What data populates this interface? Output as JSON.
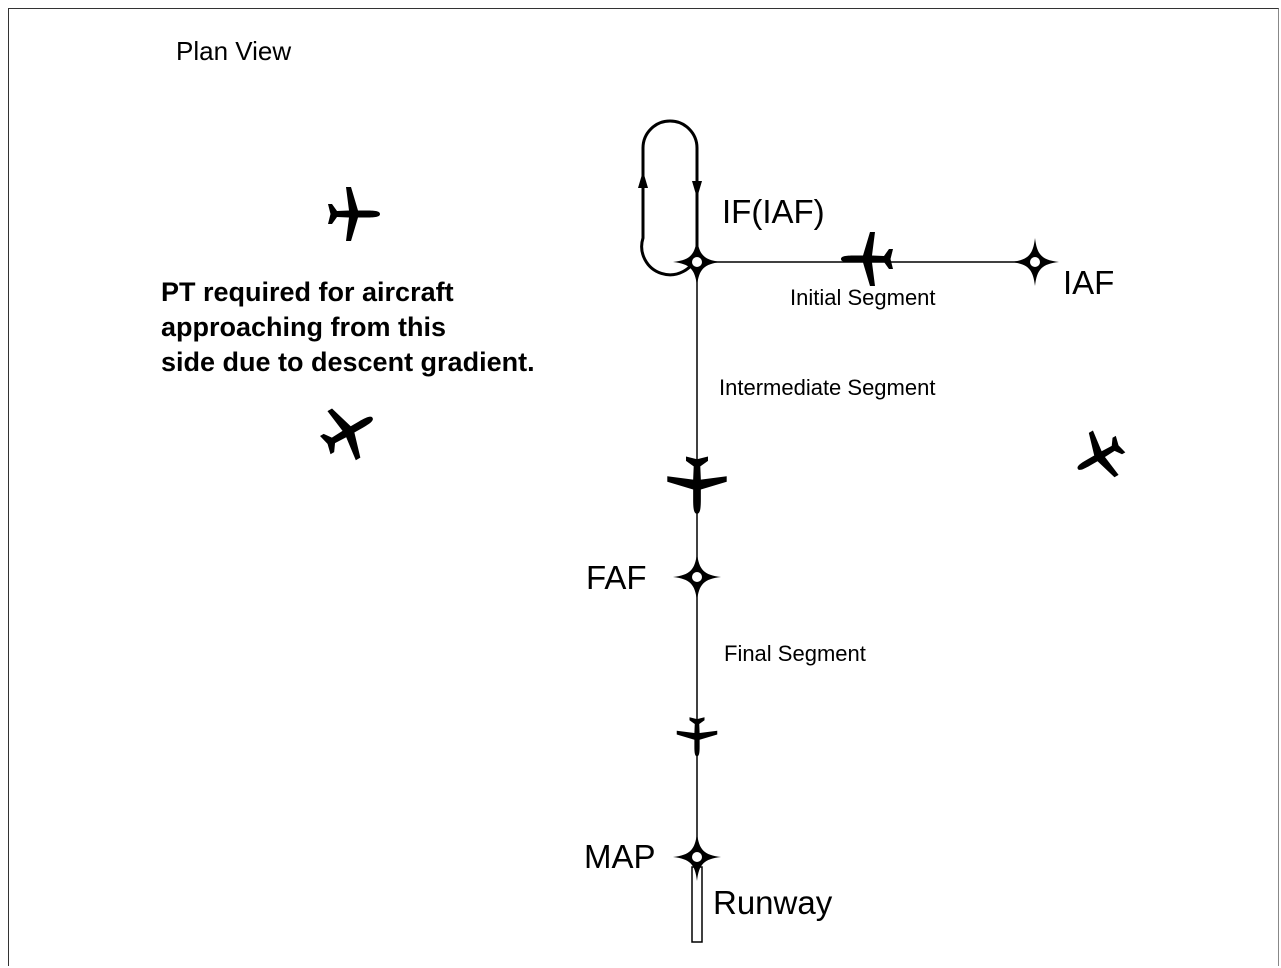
{
  "diagram": {
    "title": "Plan View",
    "note_lines": [
      "PT  required for aircraft",
      "approaching from this",
      "side due to descent gradient."
    ],
    "fixes": {
      "if_iaf": "IF(IAF)",
      "iaf": "IAF",
      "faf": "FAF",
      "map": "MAP",
      "runway": "Runway"
    },
    "segments": {
      "initial": "Initial Segment",
      "intermediate": "Intermediate Segment",
      "final": "Final Segment"
    },
    "icons": [
      "airplane-icon",
      "holding-pattern-icon",
      "fix-symbol-icon",
      "runway-icon"
    ]
  }
}
